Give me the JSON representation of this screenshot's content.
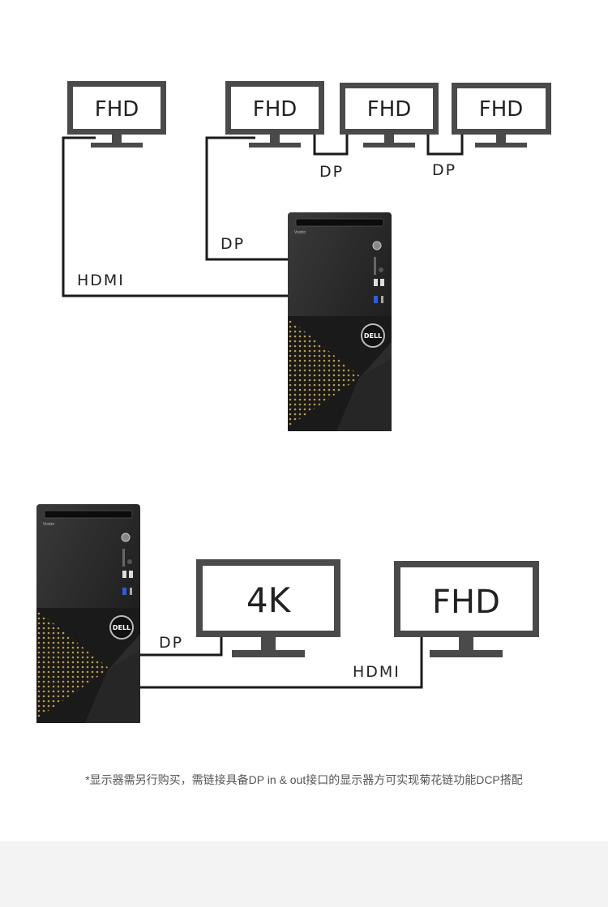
{
  "top_diagram": {
    "monitors": [
      "FHD",
      "FHD",
      "FHD",
      "FHD"
    ],
    "cables": {
      "hdmi": "HDMI",
      "dp_main": "DP",
      "dp_chain_1": "DP",
      "dp_chain_2": "DP"
    }
  },
  "bottom_diagram": {
    "monitors": [
      "4K",
      "FHD"
    ],
    "cables": {
      "dp": "DP",
      "hdmi": "HDMI"
    }
  },
  "tower": {
    "brand": "Vostro",
    "logo": "DELL"
  },
  "footnote": "*显示器需另行购买，需链接具备DP in & out接口的显示器方可实现菊花链功能DCP搭配",
  "colors": {
    "bezel": "#4a4a4a",
    "cable": "#1a1a1a",
    "mesh": "#b49a5a",
    "band": "#f3f3f3"
  }
}
